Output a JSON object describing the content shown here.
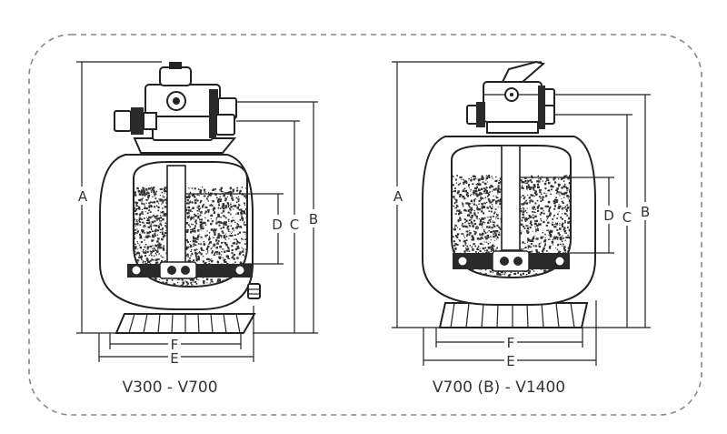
{
  "colors": {
    "line": "#222222",
    "gravel_dot": "#333333",
    "band": "#2a2a2a",
    "border": "#888888"
  },
  "left_filter": {
    "caption": "V300 - V700",
    "dims": {
      "a": "A",
      "b": "B",
      "c": "C",
      "d": "D",
      "e": "E",
      "f": "F"
    }
  },
  "right_filter": {
    "caption": "V700 (B) - V1400",
    "dims": {
      "a": "A",
      "b": "B",
      "c": "C",
      "d": "D",
      "e": "E",
      "f": "F"
    }
  }
}
